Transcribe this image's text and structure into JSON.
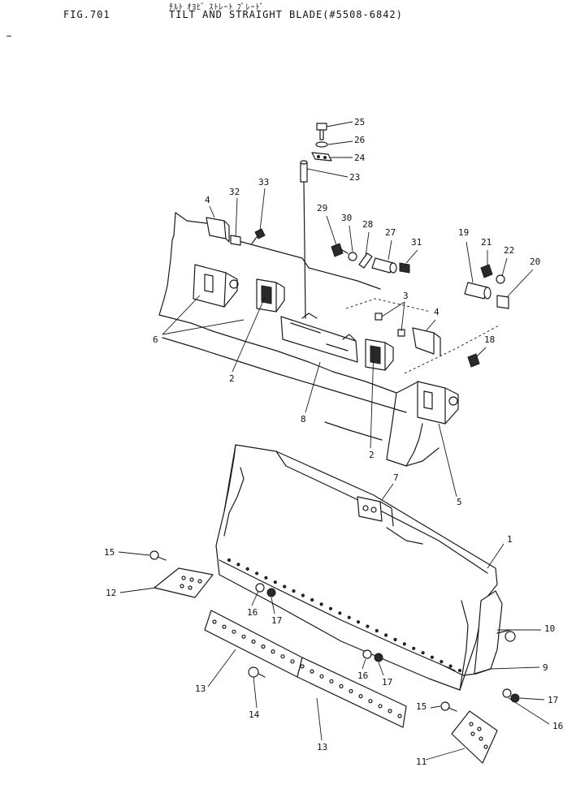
{
  "header": {
    "fig_label": "FIG.701",
    "kana_title": "ﾁﾙﾄ ｵﾖﾋﾞ ｽﾄﾚｰﾄ ﾌﾞﾚｰﾄﾞ",
    "title": "TILT AND STRAIGHT BLADE(#5508-6842)"
  },
  "callouts": [
    "1",
    "2",
    "2",
    "3",
    "4",
    "4",
    "5",
    "6",
    "7",
    "8",
    "9",
    "10",
    "11",
    "12",
    "13",
    "13",
    "14",
    "15",
    "15",
    "16",
    "16",
    "16",
    "17",
    "17",
    "17",
    "18",
    "19",
    "20",
    "21",
    "22",
    "23",
    "24",
    "25",
    "26",
    "27",
    "28",
    "29",
    "30",
    "31",
    "32",
    "33"
  ]
}
